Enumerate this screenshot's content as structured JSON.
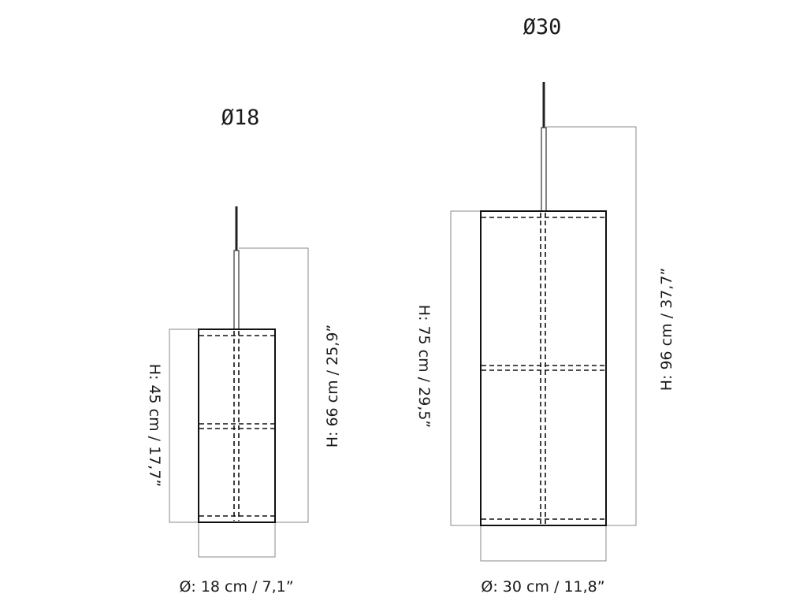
{
  "models": [
    {
      "title": "Ø18",
      "height_shade": "H: 45 cm / 17,7”",
      "height_total": "H: 66 cm / 25,9”",
      "diameter": "Ø: 18 cm / 7,1”"
    },
    {
      "title": "Ø30",
      "height_shade": "H: 75 cm / 29,5”",
      "height_total": "H: 96 cm / 37,7”",
      "diameter": "Ø: 30 cm / 11,8”"
    }
  ]
}
